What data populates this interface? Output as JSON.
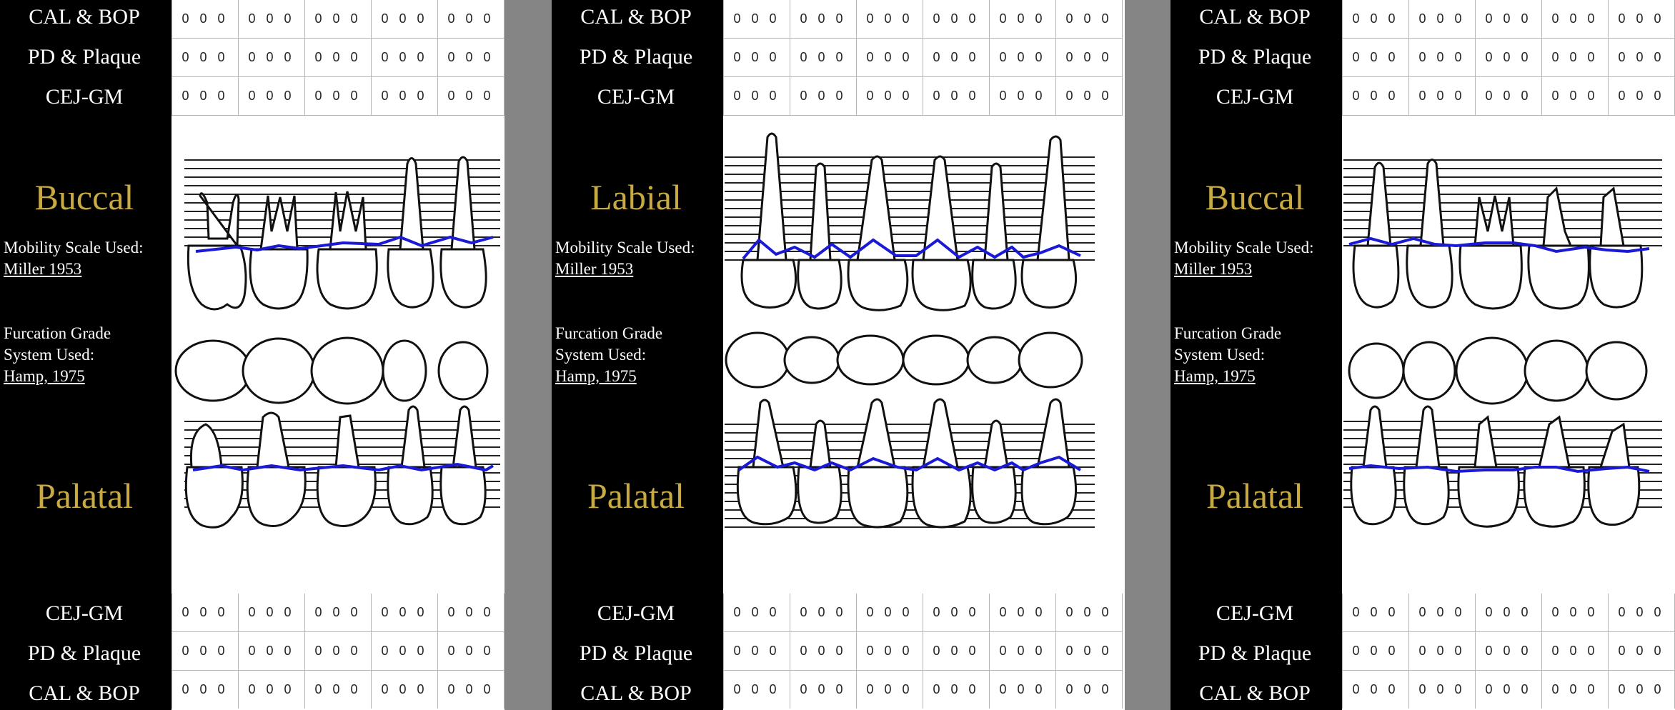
{
  "row_labels": {
    "cal_bop": "CAL & BOP",
    "pd_plaque": "PD & Plaque",
    "cej_gm": "CEJ-GM"
  },
  "colors": {
    "sidebar": "#000000",
    "title_gold": "#c8aa42",
    "gingival_line": "#1a1ad6",
    "divider": "#858585"
  },
  "panels": [
    {
      "id": "left",
      "upper_title": "Buccal",
      "lower_title": "Palatal",
      "mobility_label": "Mobility Scale Used:",
      "mobility_value": "Miller 1953",
      "furcation_label": "Furcation Grade System Used:",
      "furcation_value": "Hamp, 1975",
      "top_rows": [
        [
          "0 0 0",
          "0 0 0",
          "0 0 0",
          "0 0 0",
          "0 0 0"
        ],
        [
          "0 0 0",
          "0 0 0",
          "0 0 0",
          "0 0 0",
          "0 0 0"
        ],
        [
          "0 0 0",
          "0 0 0",
          "0 0 0",
          "0 0 0",
          "0 0 0"
        ]
      ],
      "bottom_rows": [
        [
          "0 0 0",
          "0 0 0",
          "0 0 0",
          "0 0 0",
          "0 0 0"
        ],
        [
          "0 0 0",
          "0 0 0",
          "0 0 0",
          "0 0 0",
          "0 0 0"
        ],
        [
          "0 0 0",
          "0 0 0",
          "0 0 0",
          "0 0 0",
          "0 0 0"
        ]
      ]
    },
    {
      "id": "middle",
      "upper_title": "Labial",
      "lower_title": "Palatal",
      "mobility_label": "Mobility Scale Used:",
      "mobility_value": "Miller 1953",
      "furcation_label": "Furcation Grade System Used:",
      "furcation_value": "Hamp, 1975",
      "top_rows": [
        [
          "0 0 0",
          "0 0 0",
          "0 0 0",
          "0 0 0",
          "0 0 0",
          "0 0 0"
        ],
        [
          "0 0 0",
          "0 0 0",
          "0 0 0",
          "0 0 0",
          "0 0 0",
          "0 0 0"
        ],
        [
          "0 0 0",
          "0 0 0",
          "0 0 0",
          "0 0 0",
          "0 0 0",
          "0 0 0"
        ]
      ],
      "bottom_rows": [
        [
          "0 0 0",
          "0 0 0",
          "0 0 0",
          "0 0 0",
          "0 0 0",
          "0 0 0"
        ],
        [
          "0 0 0",
          "0 0 0",
          "0 0 0",
          "0 0 0",
          "0 0 0",
          "0 0 0"
        ],
        [
          "0 0 0",
          "0 0 0",
          "0 0 0",
          "0 0 0",
          "0 0 0",
          "0 0 0"
        ]
      ]
    },
    {
      "id": "right",
      "upper_title": "Buccal",
      "lower_title": "Palatal",
      "mobility_label": "Mobility Scale Used:",
      "mobility_value": "Miller 1953",
      "furcation_label": "Furcation Grade System Used:",
      "furcation_value": "Hamp, 1975",
      "top_rows": [
        [
          "0 0 0",
          "0 0 0",
          "0 0 0",
          "0 0 0",
          "0 0 0"
        ],
        [
          "0 0 0",
          "0 0 0",
          "0 0 0",
          "0 0 0",
          "0 0 0"
        ],
        [
          "0 0 0",
          "0 0 0",
          "0 0 0",
          "0 0 0",
          "0 0 0"
        ]
      ],
      "bottom_rows": [
        [
          "0 0 0",
          "0 0 0",
          "0 0 0",
          "0 0 0",
          "0 0 0"
        ],
        [
          "0 0 0",
          "0 0 0",
          "0 0 0",
          "0 0 0",
          "0 0 0"
        ],
        [
          "0 0 0",
          "0 0 0",
          "0 0 0",
          "0 0 0",
          "0 0 0"
        ]
      ]
    }
  ]
}
